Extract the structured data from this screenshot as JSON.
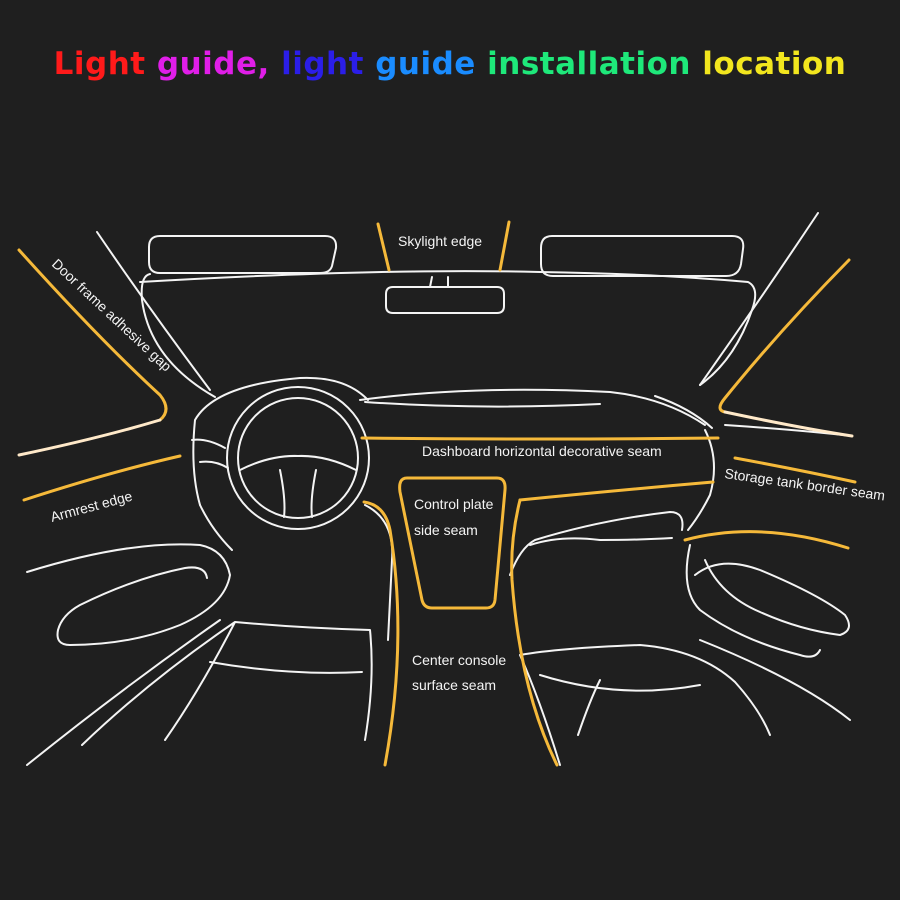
{
  "title": {
    "segments": [
      {
        "text": "Light ",
        "color": "#ff1a1a"
      },
      {
        "text": "guide, ",
        "color": "#e01ee8"
      },
      {
        "text": "light ",
        "color": "#2b1ee8"
      },
      {
        "text": "guide ",
        "color": "#1a8cff"
      },
      {
        "text": "installation ",
        "color": "#1ee87a"
      },
      {
        "text": "location",
        "color": "#f2e61e"
      }
    ]
  },
  "labels": {
    "skylight_edge": "Skylight edge",
    "door_frame_gap": "Door frame adhesive gap",
    "dashboard_seam": "Dashboard horizontal decorative seam",
    "storage_tank_seam": "Storage tank border seam",
    "armrest_edge": "Armrest edge",
    "control_plate_line1": "Control plate",
    "control_plate_line2": "side seam",
    "center_console_line1": "Center console",
    "center_console_line2": "surface seam"
  },
  "colors": {
    "background": "#1f1f1f",
    "outline": "#f4f4f4",
    "light_guide": "#f5b93a"
  }
}
